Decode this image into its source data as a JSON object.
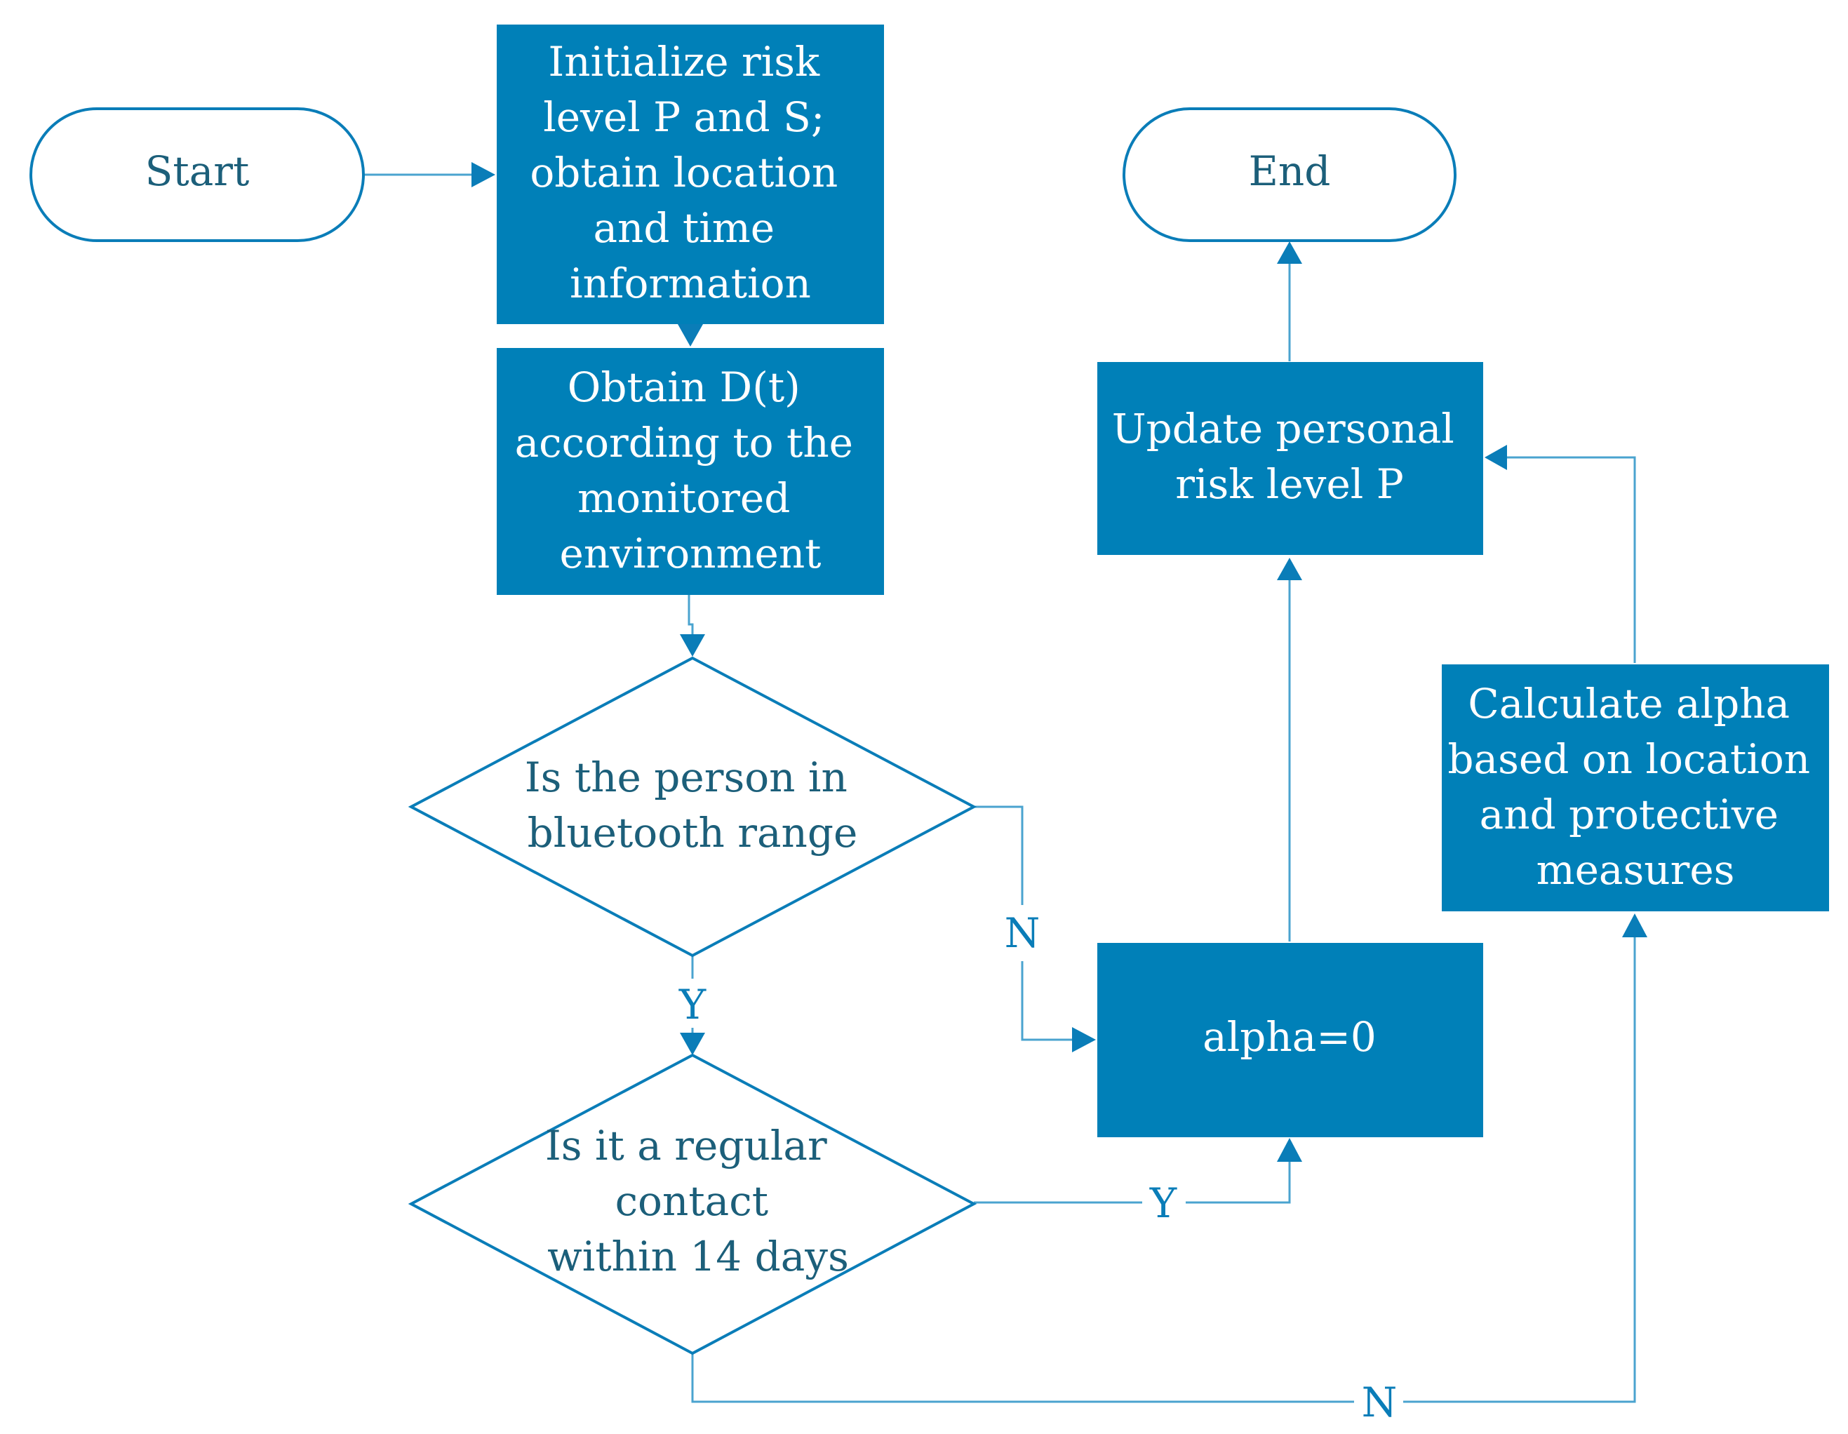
{
  "colors": {
    "box_fill": "#0080b8",
    "line": "#4aa3cf",
    "arrow": "#0a7db8",
    "outline": "#0a7db8",
    "shape_text": "#1c5f7a",
    "box_text": "#ffffff"
  },
  "nodes": {
    "start": {
      "label": "Start"
    },
    "end": {
      "label": "End"
    },
    "init": {
      "lines": [
        "Initialize risk",
        "level P and S;",
        "obtain location",
        "and time",
        "information"
      ]
    },
    "obtain": {
      "lines": [
        "Obtain D(t)",
        "according to the",
        "monitored",
        "environment"
      ]
    },
    "decision_bluetooth": {
      "lines": [
        "Is the person in",
        "bluetooth range"
      ]
    },
    "decision_regular": {
      "lines": [
        "Is it a regular",
        "contact",
        "within 14 days"
      ]
    },
    "update": {
      "lines": [
        "Update personal",
        "risk level P"
      ]
    },
    "calculate": {
      "lines": [
        "Calculate alpha",
        "based on location",
        "and protective",
        "measures"
      ]
    },
    "alpha_zero": {
      "label": "alpha=0"
    }
  },
  "edges": {
    "bluetooth_no": "N",
    "bluetooth_yes": "Y",
    "regular_yes": "Y",
    "regular_no": "N"
  }
}
